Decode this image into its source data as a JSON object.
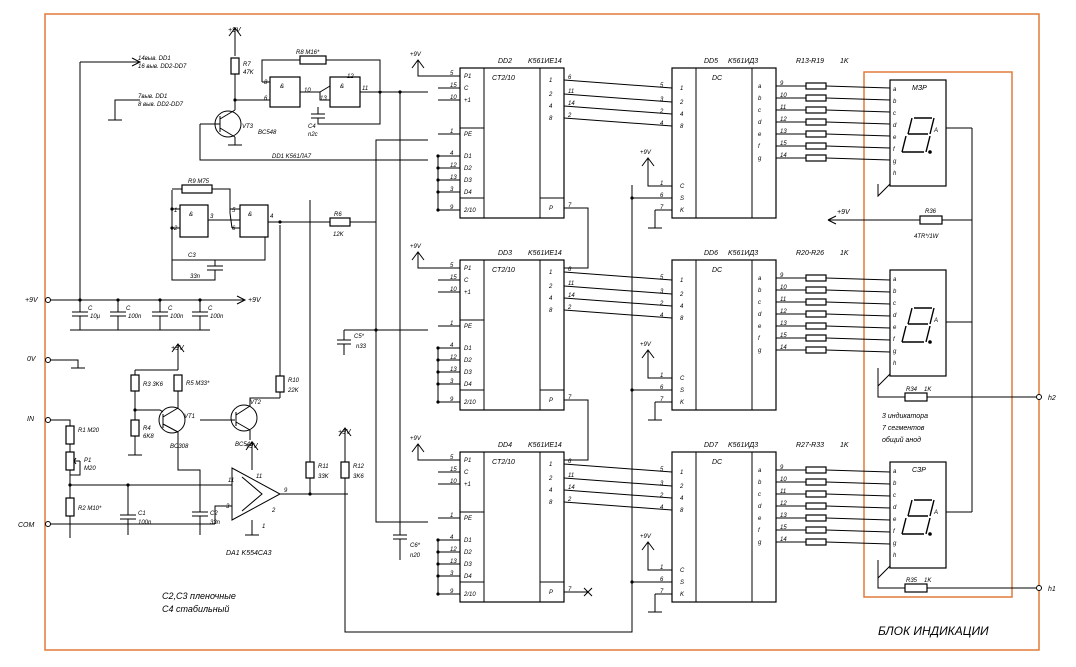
{
  "frame": {
    "border_color": "#e07a3a",
    "title": "БЛОК ИНДИКАЦИИ"
  },
  "notes": {
    "n1": "14выв. DD1",
    "n2": "16 выв. DD2-DD7",
    "n3": "7выв. DD1",
    "n4": "8 выв. DD2-DD7",
    "film": "С2,С3 пленочные",
    "stable": "С4 стабильный",
    "indicators1": "3 индикатора",
    "indicators2": "7 сегментов",
    "indicators3": "общий анод"
  },
  "terminals": {
    "plus9v": "+9V",
    "zero": "0V",
    "in": "IN",
    "com": "COM",
    "h1": "h1",
    "h2": "h2",
    "vcc": "+9V"
  },
  "parts": {
    "r7": "R7",
    "r7v": "47K",
    "r8": "R8 M16*",
    "vt3": "VT3",
    "bc548a": "BC548",
    "c4": "C4",
    "c4v": "n2c",
    "dd1": "DD1 K561ЛА7",
    "r9": "R9 M75",
    "c3": "C3",
    "c3v": "33n",
    "r6": "R6",
    "r6v": "12K",
    "c_a": "C",
    "c_av": "10µ",
    "c_b": "C",
    "c_bv": "100n",
    "r3": "R3 3K6",
    "r4": "R4",
    "r4v": "6K8",
    "r5": "R5 M33*",
    "vt1": "VT1",
    "bc308": "BC308",
    "vt2": "VT2",
    "bc548b": "BC548",
    "r10": "R10",
    "r10v": "22K",
    "r1": "R1 M20",
    "p1": "P1",
    "p1v": "M20",
    "r2": "R2 M10*",
    "c1": "C1",
    "c1v": "100n",
    "c2": "C2",
    "c2v": "33n",
    "da1": "DA1 K554CA3",
    "r11": "R11",
    "r11v": "33K",
    "r12": "R12",
    "r12v": "3K6",
    "c5": "C5*",
    "c5v": "n33",
    "c6": "C6*",
    "c6v": "n20",
    "r36": "R36",
    "r36v": "4TR*/1W",
    "r34": "R34",
    "r34v": "1K",
    "r35": "R35",
    "r35v": "1K"
  },
  "counters": [
    {
      "name": "DD2",
      "type": "K561ИЕ14",
      "func": "CT2/10"
    },
    {
      "name": "DD3",
      "type": "K561ИЕ14",
      "func": "CT2/10"
    },
    {
      "name": "DD4",
      "type": "K561ИЕ14",
      "func": "CT2/10"
    }
  ],
  "decoders": [
    {
      "name": "DD5",
      "type": "K561ИД3",
      "func": "DC",
      "res": "R13-R19",
      "resv": "1K"
    },
    {
      "name": "DD6",
      "type": "K561ИД3",
      "func": "DC",
      "res": "R20-R26",
      "resv": "1K"
    },
    {
      "name": "DD7",
      "type": "K561ИД3",
      "func": "DC",
      "res": "R27-R33",
      "resv": "1K"
    }
  ],
  "displays": [
    {
      "name": "МЗР"
    },
    {
      "name": ""
    },
    {
      "name": "СЗР"
    }
  ],
  "pins": {
    "ct_in_labels": [
      "P1",
      "C",
      "+1",
      "PE",
      "D1",
      "D2",
      "D3",
      "D4",
      "2/10"
    ],
    "ct_out_labels": [
      "1",
      "2",
      "4",
      "8",
      "P"
    ],
    "dc_in_labels": [
      "1",
      "2",
      "4",
      "8",
      "C",
      "S",
      "K"
    ],
    "dc_out_labels": [
      "a",
      "b",
      "c",
      "d",
      "e",
      "f",
      "g"
    ],
    "seg_labels": [
      "a",
      "b",
      "c",
      "d",
      "e",
      "f",
      "g",
      "h"
    ]
  }
}
